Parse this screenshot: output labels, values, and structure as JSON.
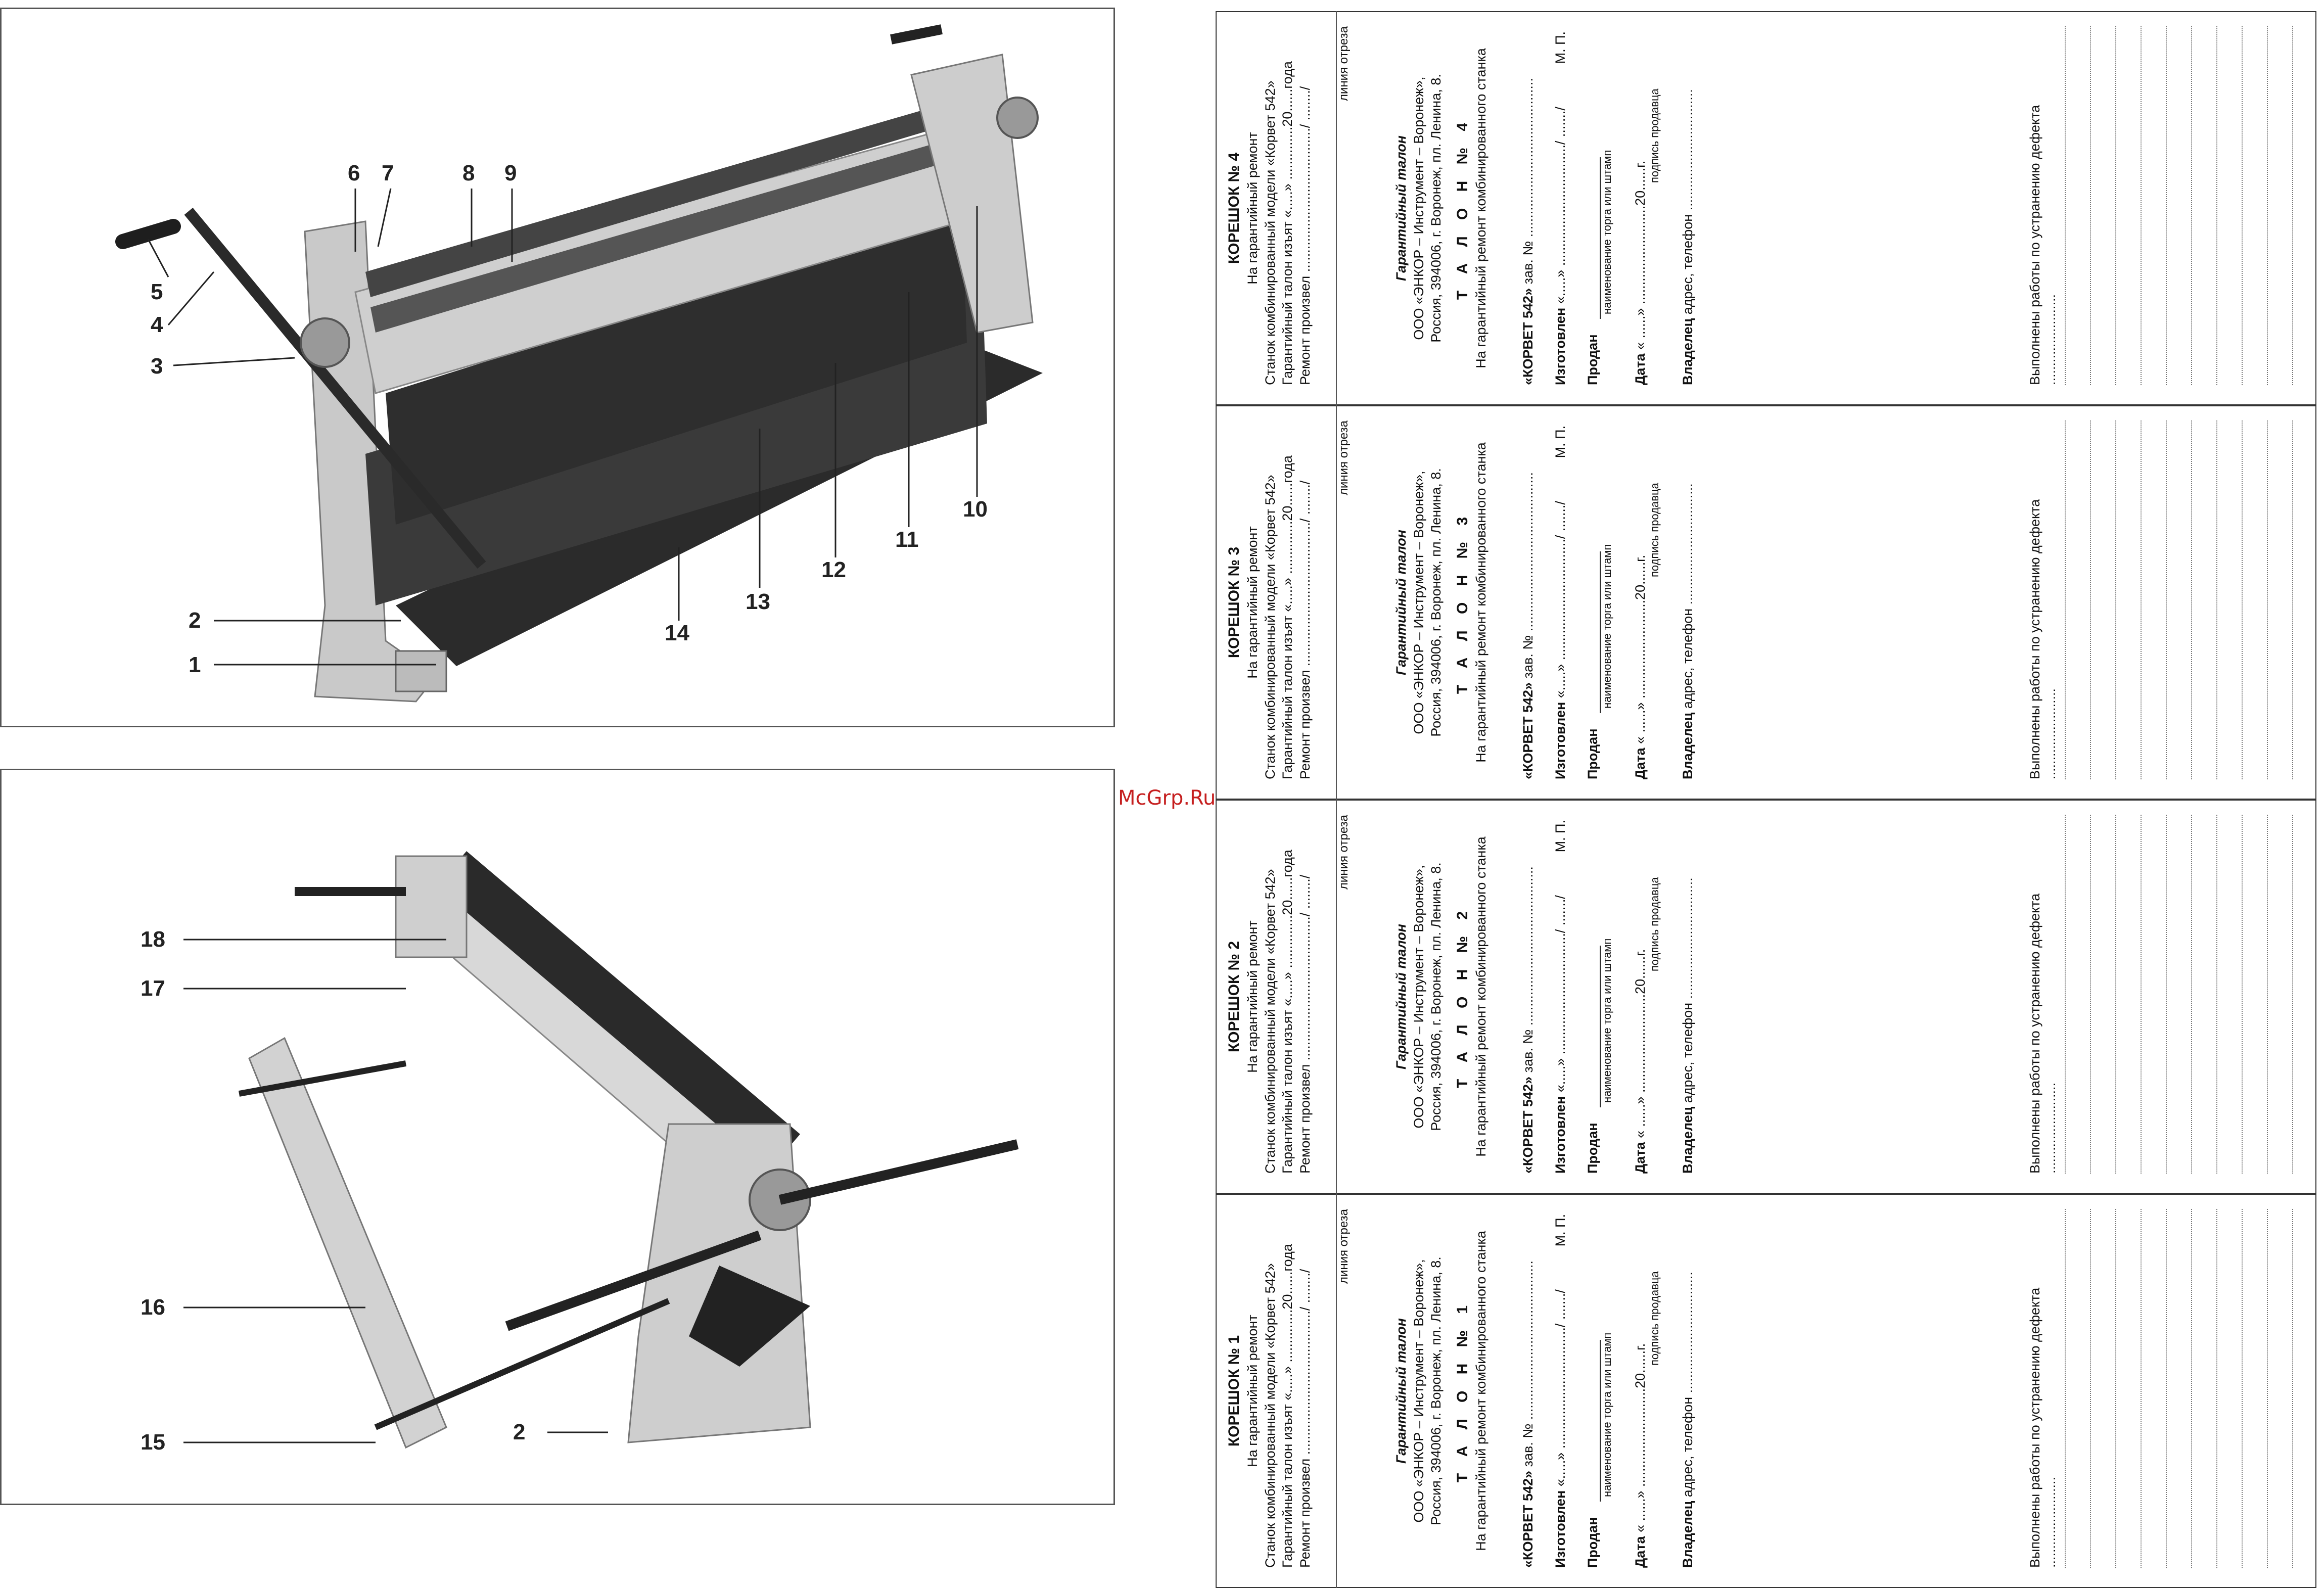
{
  "figure_top": {
    "callouts": [
      "1",
      "2",
      "3",
      "4",
      "5",
      "6",
      "7",
      "8",
      "9",
      "10",
      "11",
      "12",
      "13",
      "14"
    ]
  },
  "figure_bottom": {
    "callouts": [
      "15",
      "16",
      "17",
      "18",
      "2"
    ]
  },
  "watermark": "McGrp.Ru",
  "coupons": [
    {
      "stub_title": "КОРЕШОК № 4",
      "stub_line1": "На гарантийный ремонт",
      "stub_line2": "Станок комбинированный модели «Корвет 542»",
      "stub_line3": "Гарантийный талон изъят «.....» ..............20......года",
      "stub_line4": "Ремонт произвел ....................................../ ......../",
      "cut_line": "линия отреза",
      "company_title": "Гарантийный талон",
      "company_name": "ООО «ЭНКОР – Инструмент – Воронеж»,",
      "company_address": "Россия, 394006, г. Воронеж, пл. Ленина, 8.",
      "ticket_title": "Т А Л О Н № 4",
      "ticket_subtitle": "На гарантийный ремонт комбинированного станка",
      "model_label": "«КОРВЕТ 542»",
      "serial_label": "зав. № ..........................................",
      "made_label": "Изготовлен",
      "made_value": "«.....» ................................/ ......./",
      "stamp_mark": "М. П.",
      "sold_label": "Продан",
      "sold_note": "наименование торга или штамп",
      "date_label": "Дата",
      "date_value": "« ......» ..........................20......г.",
      "seller_sig": "подпись продавца",
      "owner_label": "Владелец",
      "owner_value": "адрес, телефон ................................",
      "defect_label": "Выполнены работы по устранению дефекта ........................"
    },
    {
      "stub_title": "КОРЕШОК № 3",
      "stub_line1": "На гарантийный ремонт",
      "stub_line2": "Станок комбинированный модели «Корвет 542»",
      "stub_line3": "Гарантийный талон изъят «.....» ..............20......года",
      "stub_line4": "Ремонт произвел ....................................../ ......../",
      "cut_line": "линия отреза",
      "company_title": "Гарантийный талон",
      "company_name": "ООО «ЭНКОР – Инструмент – Воронеж»,",
      "company_address": "Россия, 394006, г. Воронеж, пл. Ленина, 8.",
      "ticket_title": "Т А Л О Н № 3",
      "ticket_subtitle": "На гарантийный ремонт комбинированного станка",
      "model_label": "«КОРВЕТ 542»",
      "serial_label": "зав. № ..........................................",
      "made_label": "Изготовлен",
      "made_value": "«.....» ................................/ ......./",
      "stamp_mark": "М. П.",
      "sold_label": "Продан",
      "sold_note": "наименование торга или штамп",
      "date_label": "Дата",
      "date_value": "« ......» ..........................20......г.",
      "seller_sig": "подпись продавца",
      "owner_label": "Владелец",
      "owner_value": "адрес, телефон ................................",
      "defect_label": "Выполнены работы по устранению дефекта ........................"
    },
    {
      "stub_title": "КОРЕШОК № 2",
      "stub_line1": "На гарантийный ремонт",
      "stub_line2": "Станок комбинированный модели «Корвет 542»",
      "stub_line3": "Гарантийный талон изъят «.....» ..............20......года",
      "stub_line4": "Ремонт произвел ....................................../ ......../",
      "cut_line": "линия отреза",
      "company_title": "Гарантийный талон",
      "company_name": "ООО «ЭНКОР – Инструмент – Воронеж»,",
      "company_address": "Россия, 394006, г. Воронеж, пл. Ленина, 8.",
      "ticket_title": "Т А Л О Н № 2",
      "ticket_subtitle": "На гарантийный ремонт комбинированного станка",
      "model_label": "«КОРВЕТ 542»",
      "serial_label": "зав. № ..........................................",
      "made_label": "Изготовлен",
      "made_value": "«.....» ................................/ ......./",
      "stamp_mark": "М. П.",
      "sold_label": "Продан",
      "sold_note": "наименование торга или штамп",
      "date_label": "Дата",
      "date_value": "« ......» ..........................20......г.",
      "seller_sig": "подпись продавца",
      "owner_label": "Владелец",
      "owner_value": "адрес, телефон ................................",
      "defect_label": "Выполнены работы по устранению дефекта ........................"
    },
    {
      "stub_title": "КОРЕШОК № 1",
      "stub_line1": "На гарантийный ремонт",
      "stub_line2": "Станок комбинированный модели «Корвет 542»",
      "stub_line3": "Гарантийный талон изъят «.....» ..............20......года",
      "stub_line4": "Ремонт произвел ....................................../ ......../",
      "cut_line": "линия отреза",
      "company_title": "Гарантийный талон",
      "company_name": "ООО «ЭНКОР – Инструмент – Воронеж»,",
      "company_address": "Россия, 394006, г. Воронеж, пл. Ленина, 8.",
      "ticket_title": "Т А Л О Н № 1",
      "ticket_subtitle": "На гарантийный ремонт комбинированного станка",
      "model_label": "«КОРВЕТ 542»",
      "serial_label": "зав. № ..........................................",
      "made_label": "Изготовлен",
      "made_value": "«.....» ................................/ ......./",
      "stamp_mark": "М. П.",
      "sold_label": "Продан",
      "sold_note": "наименование торга или штамп",
      "date_label": "Дата",
      "date_value": "« ......» ..........................20......г.",
      "seller_sig": "подпись продавца",
      "owner_label": "Владелец",
      "owner_value": "адрес, телефон ................................",
      "defect_label": "Выполнены работы по устранению дефекта ........................"
    }
  ]
}
